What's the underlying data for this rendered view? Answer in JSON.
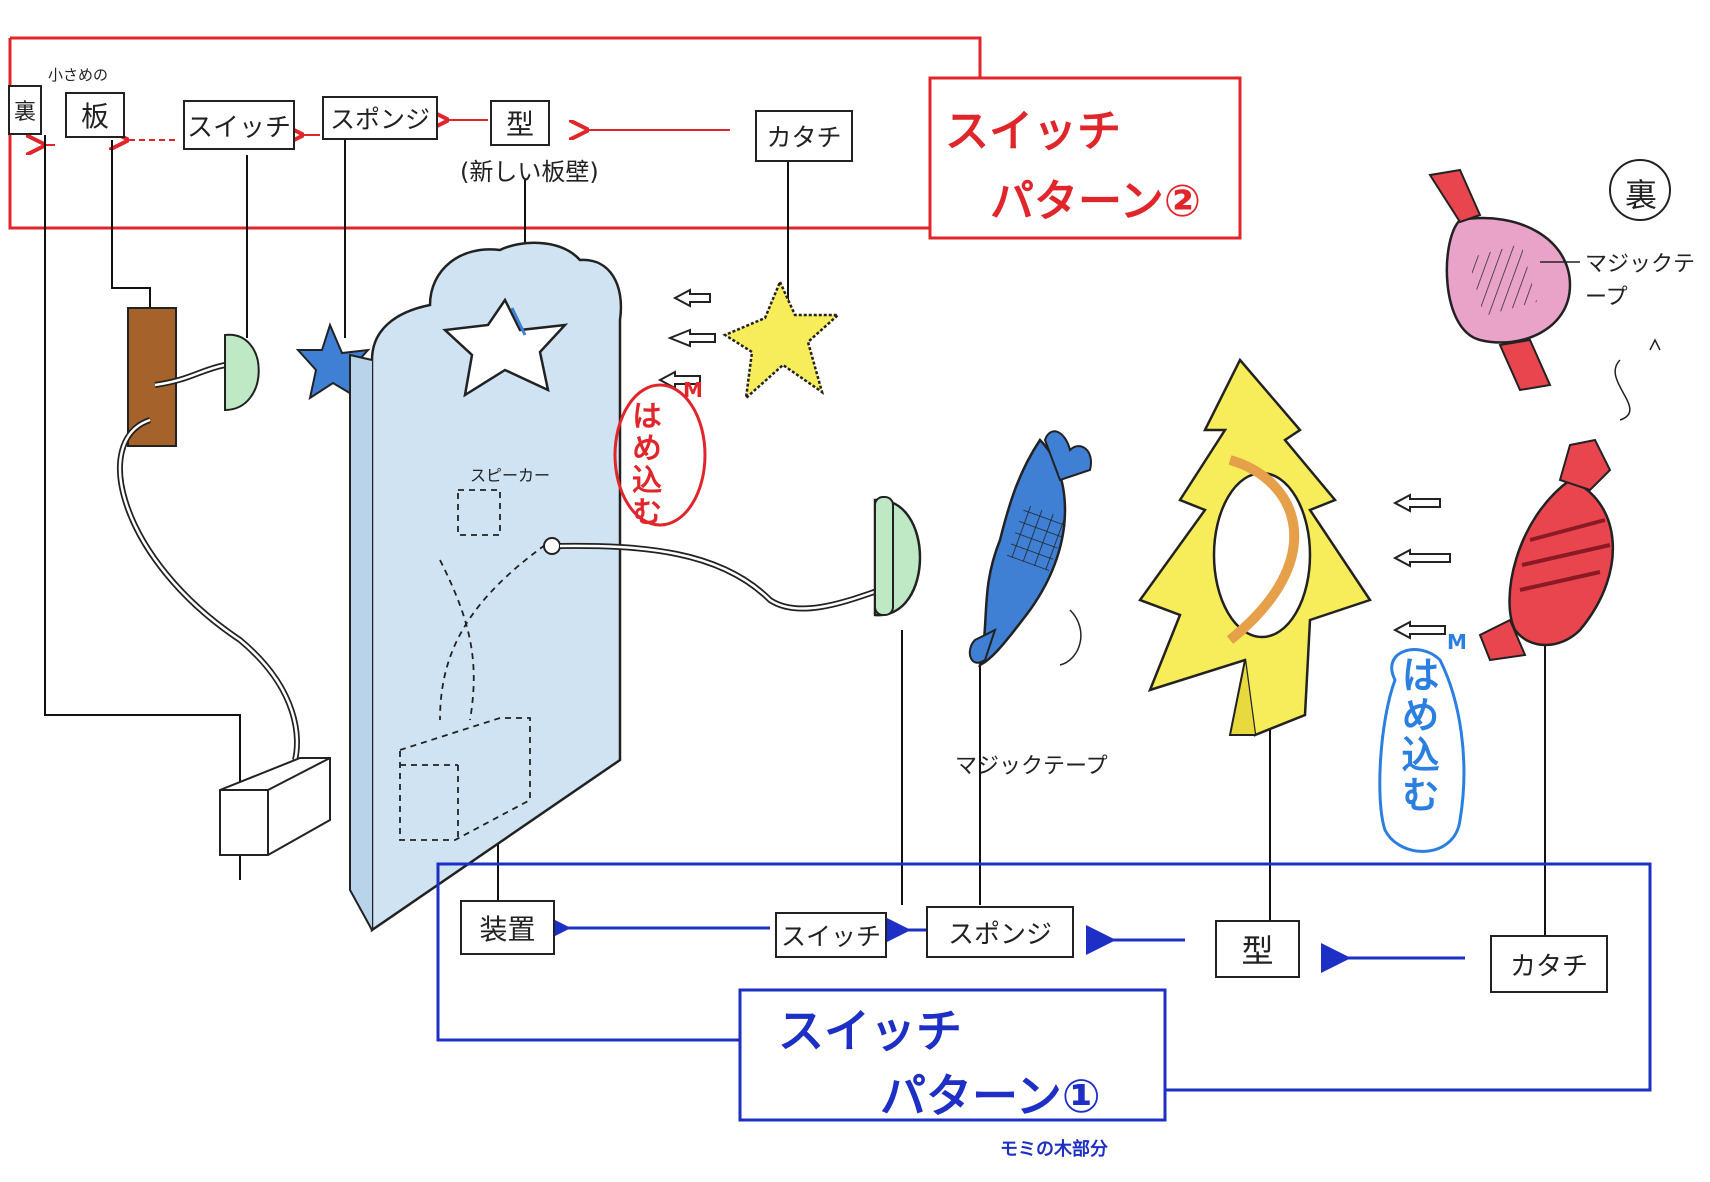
{
  "pattern2": {
    "title_line1": "スイッチ",
    "title_line2": "パターン②",
    "labels": {
      "ura": "裏",
      "ita": "板",
      "small_note": "小さめの",
      "switch": "スイッチ",
      "sponge": "スポンジ",
      "kata": "型",
      "kata_note": "(新しい板壁)",
      "katachi": "カタチ"
    },
    "hamekomu": "はめ込む",
    "m_mark": "M"
  },
  "pattern1": {
    "title_line1": "スイッチ",
    "title_line2": "パターン①",
    "subtitle": "モミの木部分",
    "labels": {
      "souchi": "装置",
      "switch": "スイッチ",
      "sponge": "スポンジ",
      "kata": "型",
      "katachi": "カタチ"
    },
    "hamekomu": "はめ込む",
    "m_mark": "M"
  },
  "annotations": {
    "speaker": "スピーカー",
    "magic_tape_bottom": "マジックテープ",
    "magic_tape_right": "マジックテープ",
    "ura_circle": "裏"
  },
  "colors": {
    "pattern2": "#e0262a",
    "pattern1": "#1d2fc4",
    "hamekomu_blue": "#2a7fe0",
    "board_light_blue": "#cfe3f2",
    "shape_yellow": "#f7ec5a",
    "candy_red": "#e8454f",
    "candy_pink": "#e9a3c9",
    "candy_blue": "#3f7fd4",
    "switch_green": "#bfe8c4",
    "small_board_brown": "#a5622a"
  }
}
